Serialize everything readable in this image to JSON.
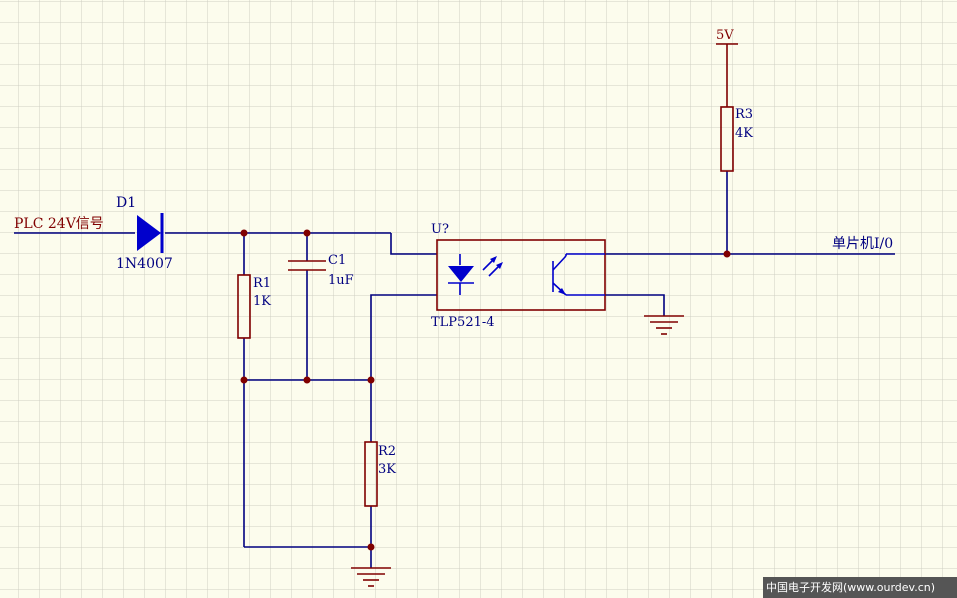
{
  "colors": {
    "background": "#fcfced",
    "grid": "#cfcfc3",
    "wire": "#000080",
    "component": "#800000",
    "junction": "#800000",
    "power": "#800000",
    "diode_fill": "#0000cc",
    "label_blue": "#000080",
    "label_red": "#800000",
    "watermark_bg": "#555555",
    "watermark_text": "#ffffff"
  },
  "labels": {
    "input_net": "PLC 24V信号",
    "output_net": "单片机I/0",
    "power_net": "5V",
    "d1_ref": "D1",
    "d1_value": "1N4007",
    "r1_ref": "R1",
    "r1_value": "1K",
    "c1_ref": "C1",
    "c1_value": "1uF",
    "r2_ref": "R2",
    "r2_value": "3K",
    "r3_ref": "R3",
    "r3_value": "4K",
    "u_ref": "U?",
    "u_value": "TLP521-4",
    "watermark": "中国电子开发网(www.ourdev.cn)"
  },
  "icons": {
    "d1": "diode-icon",
    "r1": "resistor-icon",
    "r2": "resistor-icon",
    "r3": "resistor-icon",
    "c1": "capacitor-icon",
    "u": "optocoupler-icon",
    "ground": "ground-icon",
    "power": "power-port-icon"
  }
}
